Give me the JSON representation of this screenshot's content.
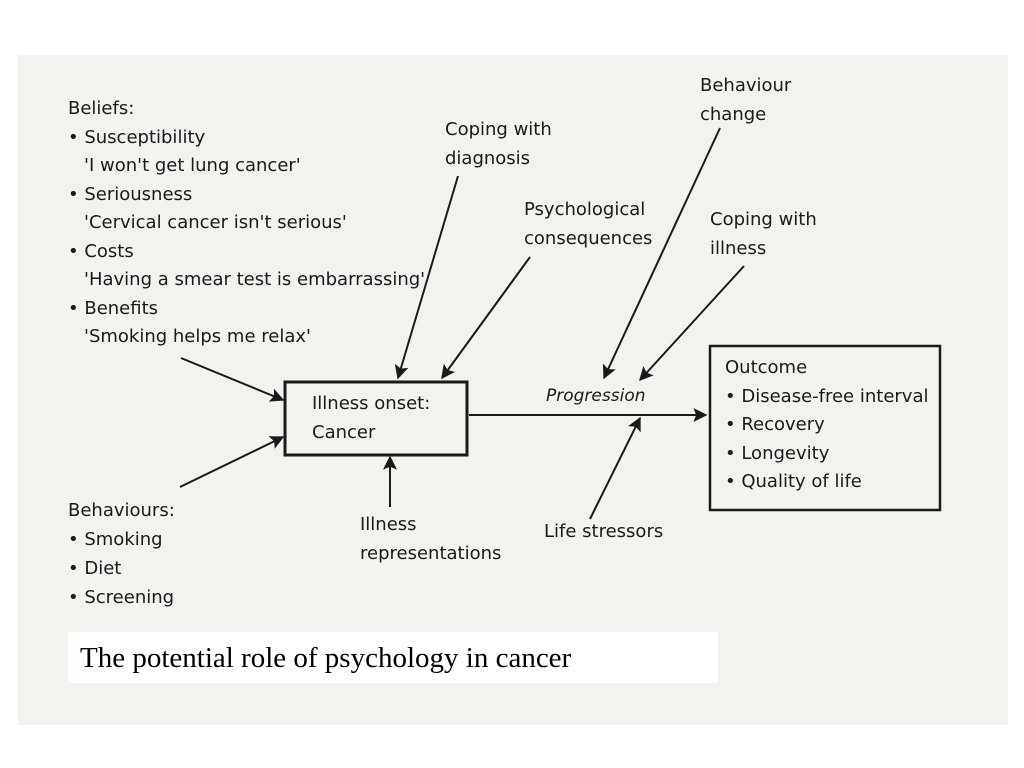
{
  "beliefs": {
    "title": "Beliefs:",
    "items": [
      {
        "label": "Susceptibility",
        "quote": "'I won't get lung cancer'"
      },
      {
        "label": "Seriousness",
        "quote": "'Cervical cancer isn't serious'"
      },
      {
        "label": "Costs",
        "quote": "'Having a smear test is embarrassing'"
      },
      {
        "label": "Benefits",
        "quote": "'Smoking helps me relax'"
      }
    ]
  },
  "behaviours": {
    "title": "Behaviours:",
    "items": [
      "Smoking",
      "Diet",
      "Screening"
    ]
  },
  "onset_box": {
    "line1": "Illness onset:",
    "line2": "Cancer"
  },
  "coping_diagnosis": {
    "line1": "Coping with",
    "line2": "diagnosis"
  },
  "psych_consequences": {
    "line1": "Psychological",
    "line2": "consequences"
  },
  "behaviour_change": {
    "line1": "Behaviour",
    "line2": "change"
  },
  "coping_illness": {
    "line1": "Coping with",
    "line2": "illness"
  },
  "illness_representations": {
    "line1": "Illness",
    "line2": "representations"
  },
  "life_stressors": "Life stressors",
  "progression": "Progression",
  "outcome": {
    "title": "Outcome",
    "items": [
      "Disease-free interval",
      "Recovery",
      "Longevity",
      "Quality of life"
    ]
  },
  "caption": "The potential role of psychology in cancer"
}
